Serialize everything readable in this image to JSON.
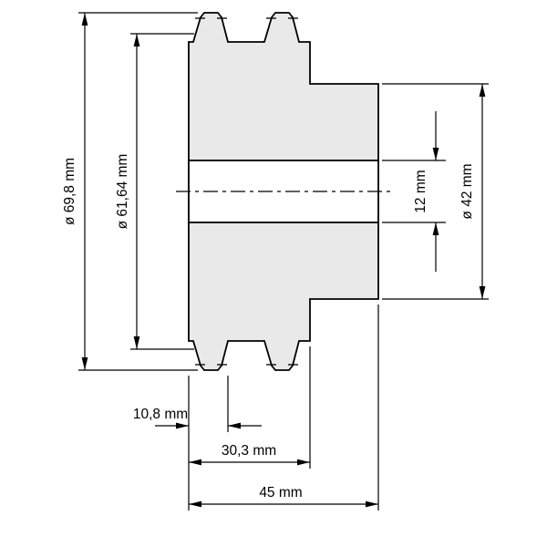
{
  "drawing": {
    "colors": {
      "part_fill": "#e9e9e9",
      "line": "#000000",
      "background": "#ffffff"
    },
    "dims": {
      "tip_diameter": {
        "label": "ø 69,8 mm"
      },
      "pitch_diameter": {
        "label": "ø 61,64 mm"
      },
      "bore_diameter": {
        "label": "12 mm"
      },
      "hub_diameter": {
        "label": "ø 42 mm"
      },
      "tooth_row_width": {
        "label": "10,8 mm"
      },
      "teeth_overall_width": {
        "label": "30,3 mm"
      },
      "overall_width": {
        "label": "45 mm"
      }
    }
  }
}
